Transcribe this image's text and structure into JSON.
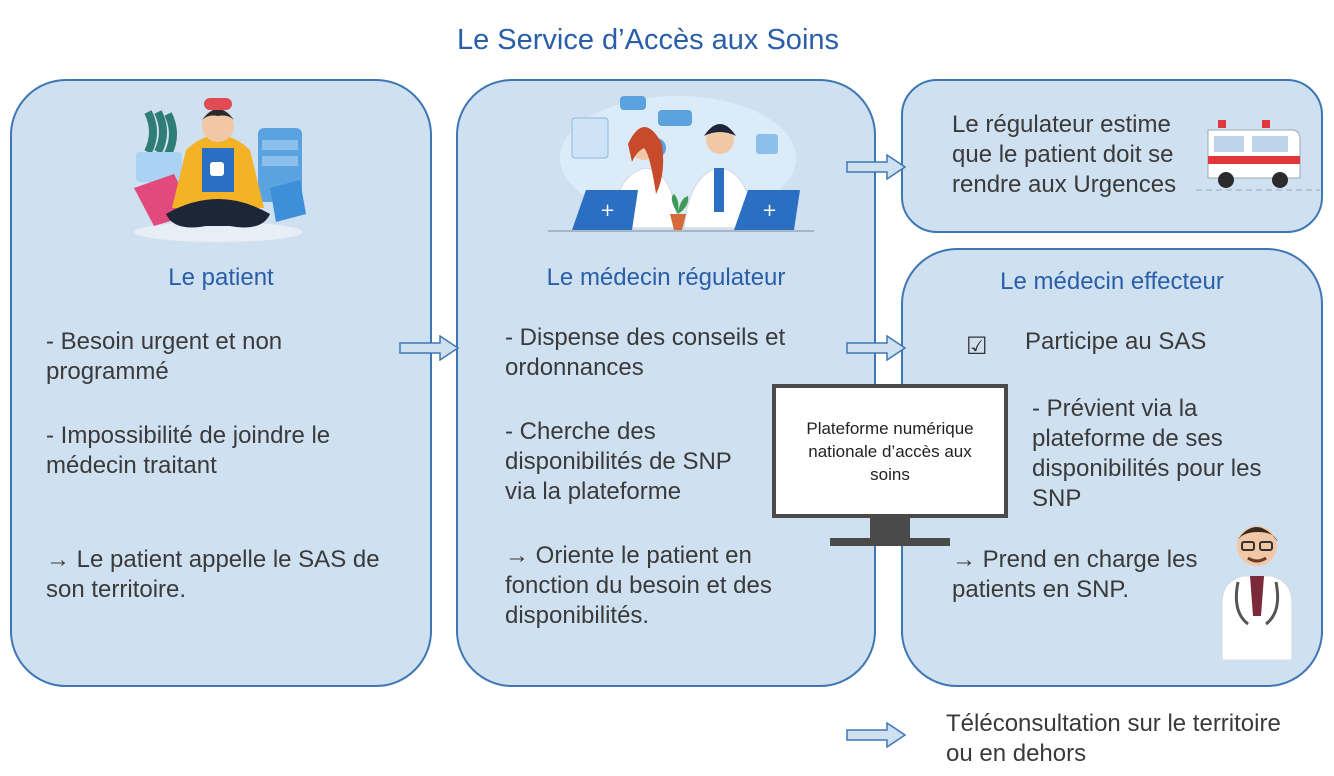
{
  "title": "Le Service d’Accès aux Soins",
  "patient": {
    "heading": "Le patient",
    "line1": "- Besoin urgent et non\nprogrammé",
    "line2": "- Impossibilité de joindre le\nmédecin traitant",
    "line3": "→ Le patient appelle le SAS de\nson territoire."
  },
  "regulateur": {
    "heading": "Le médecin régulateur",
    "line1": "- Dispense des conseils  et\nordonnances",
    "line2": "- Cherche des\ndisponibilités de SNP\nvia la plateforme",
    "line3": "→ Oriente le patient en\nfonction du besoin et des\ndisponibilités."
  },
  "urgences": {
    "text": "Le régulateur estime\nque le patient doit se\nrendre aux Urgences"
  },
  "effecteur": {
    "heading": "Le médecin effecteur",
    "checkbox": "☑",
    "participe": "Participe au SAS",
    "previent": "- Prévient via la\nplateforme de ses\ndisponibilités pour les\nSNP",
    "prend": "→ Prend en charge les\npatients en SNP."
  },
  "plateforme": "Plateforme numérique\nnationale d’accès aux\nsoins",
  "teleconsultation": "Téléconsultation sur le territoire\nou en dehors",
  "colors": {
    "panel": "#cfe0f1",
    "border": "#3f77b4",
    "heading": "#2a5ea8"
  }
}
